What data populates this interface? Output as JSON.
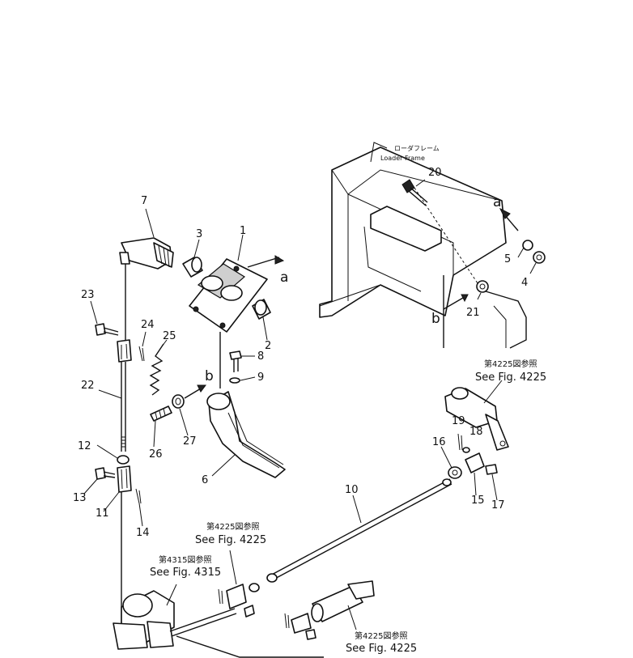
{
  "frame_label": {
    "jp": "ローダフレーム",
    "en": "Loader Frame"
  },
  "markers": {
    "a": "a",
    "b": "b"
  },
  "references": {
    "fig4225_top": {
      "jp": "第4225図参照",
      "en": "See Fig. 4225"
    },
    "fig4225_mid": {
      "jp": "第4225図参照",
      "en": "See Fig. 4225"
    },
    "fig4315": {
      "jp": "第4315図参照",
      "en": "See Fig. 4315"
    },
    "fig4225_bottom": {
      "jp": "第4225図参照",
      "en": "See Fig. 4225"
    }
  },
  "callouts": {
    "p1": "1",
    "p2": "2",
    "p3": "3",
    "p4": "4",
    "p5": "5",
    "p6": "6",
    "p7": "7",
    "p8": "8",
    "p9": "9",
    "p10": "10",
    "p11": "11",
    "p12": "12",
    "p13": "13",
    "p14": "14",
    "p15": "15",
    "p16": "16",
    "p17": "17",
    "p18": "18",
    "p19": "19",
    "p20": "20",
    "p21": "21",
    "p22": "22",
    "p23": "23",
    "p24": "24",
    "p25": "25",
    "p26": "26",
    "p27": "27"
  }
}
